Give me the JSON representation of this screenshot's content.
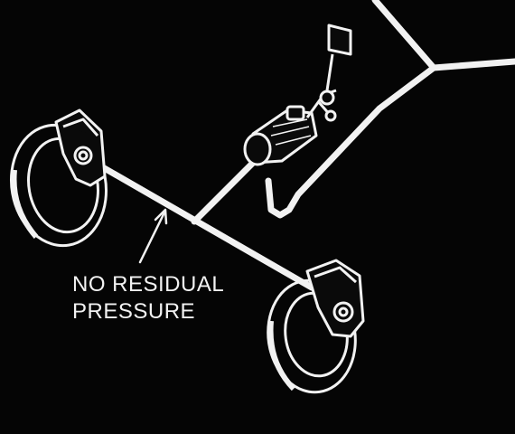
{
  "diagram": {
    "callout": {
      "line1": "NO RESIDUAL",
      "line2": "PRESSURE"
    },
    "colors": {
      "background": "#050505",
      "line": "#f2f2f2"
    },
    "components": [
      "brake-rotor-left",
      "brake-caliper-left",
      "brake-rotor-right",
      "brake-caliper-right",
      "master-cylinder",
      "brake-pedal",
      "brake-line"
    ]
  }
}
